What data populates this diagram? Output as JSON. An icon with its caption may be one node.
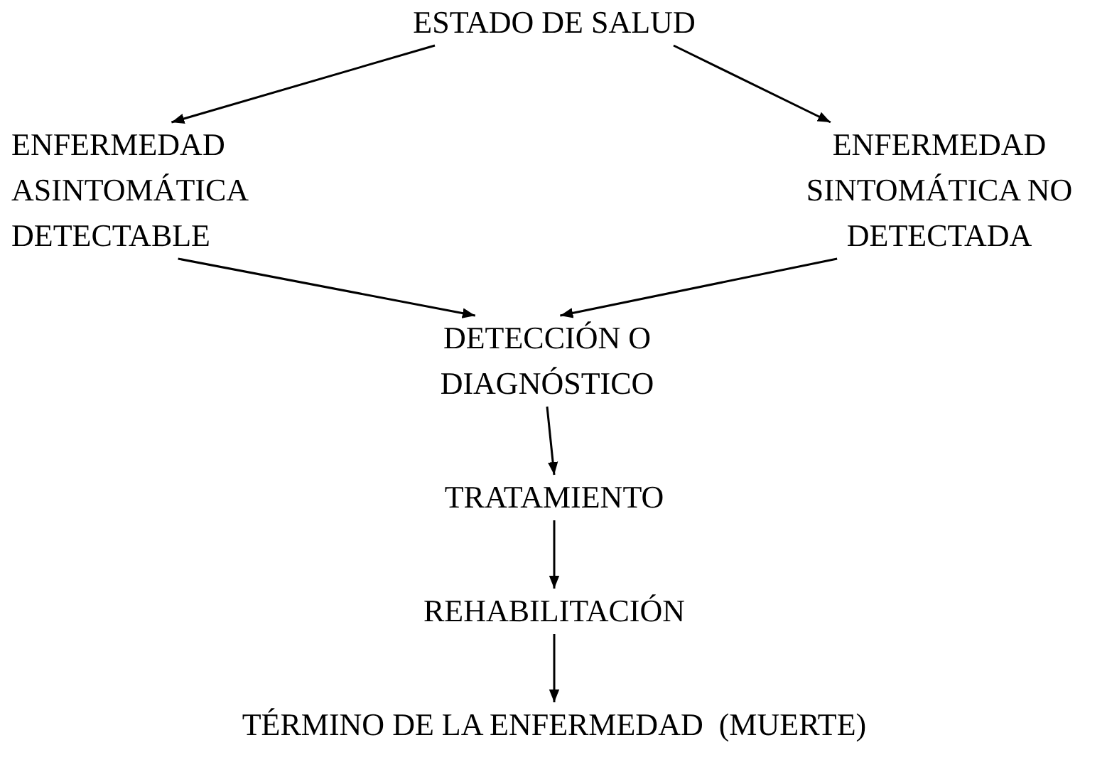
{
  "diagram": {
    "nodes": [
      {
        "text": [
          "ESTADO DE SALUD"
        ]
      },
      {
        "text": [
          "ENFERMEDAD ASINTOMÁTICA DETECTABLE"
        ]
      },
      {
        "text": [
          "ENFERMEDAD SINTOMÁTICA NO DETECTADA"
        ]
      },
      {
        "text": [
          "DETECCIÓN O DIAGNÓSTICO"
        ]
      },
      {
        "text": [
          "TRATAMIENTO"
        ]
      },
      {
        "text": [
          "REHABILITACIÓN"
        ]
      },
      {
        "text": [
          "TÉRMINO DE LA ENFERMEDAD  (MUERTE)"
        ]
      }
    ],
    "edges": [
      {
        "from": 0,
        "to": 1,
        "arrow": "to"
      },
      {
        "from": 0,
        "to": 2,
        "arrow": "to"
      },
      {
        "from": 1,
        "to": 3,
        "arrow": "to"
      },
      {
        "from": 2,
        "to": 3,
        "arrow": "to"
      },
      {
        "from": 3,
        "to": 4,
        "arrow": "to"
      },
      {
        "from": 4,
        "to": 5,
        "arrow": "to"
      },
      {
        "from": 5,
        "to": 6,
        "arrow": "to"
      }
    ]
  }
}
